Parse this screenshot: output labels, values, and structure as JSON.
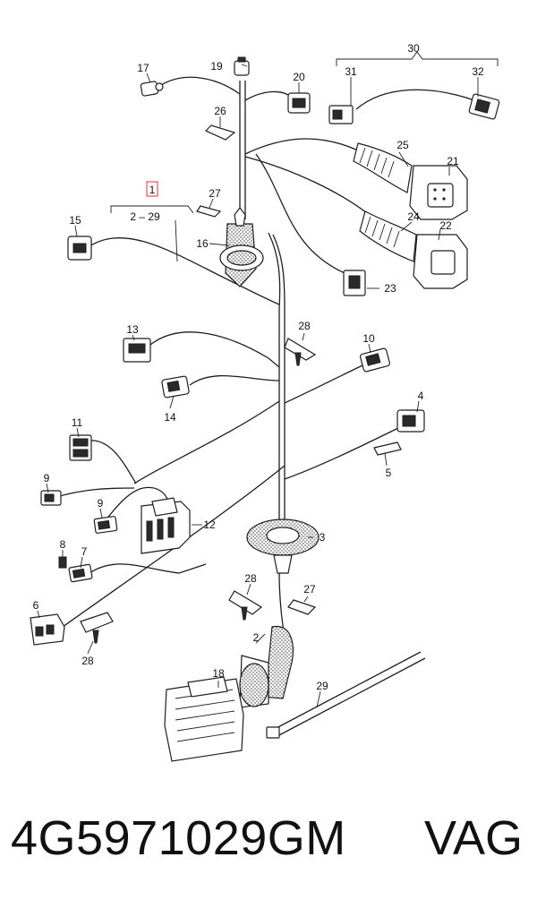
{
  "callouts": {
    "c1": "1",
    "c2": "2",
    "c3": "3",
    "c4": "4",
    "c5": "5",
    "c6": "6",
    "c7": "7",
    "c8": "8",
    "c9a": "9",
    "c9b": "9",
    "c10": "10",
    "c11": "11",
    "c12": "12",
    "c13": "13",
    "c14": "14",
    "c15": "15",
    "c16": "16",
    "c17": "17",
    "c18": "18",
    "c19": "19",
    "c20": "20",
    "c21": "21",
    "c22": "22",
    "c23": "23",
    "c24": "24",
    "c25": "25",
    "c26": "26",
    "c27a": "27",
    "c27b": "27",
    "c28a": "28",
    "c28b": "28",
    "c28c": "28",
    "c29": "29",
    "c30": "30",
    "c31": "31",
    "c32": "32",
    "range_1": "2 – 29"
  },
  "footer": {
    "part_number": "4G5971029GM",
    "brand": "VAG"
  },
  "colors": {
    "highlight_box": "#e05060",
    "line": "#1e1e1e"
  }
}
